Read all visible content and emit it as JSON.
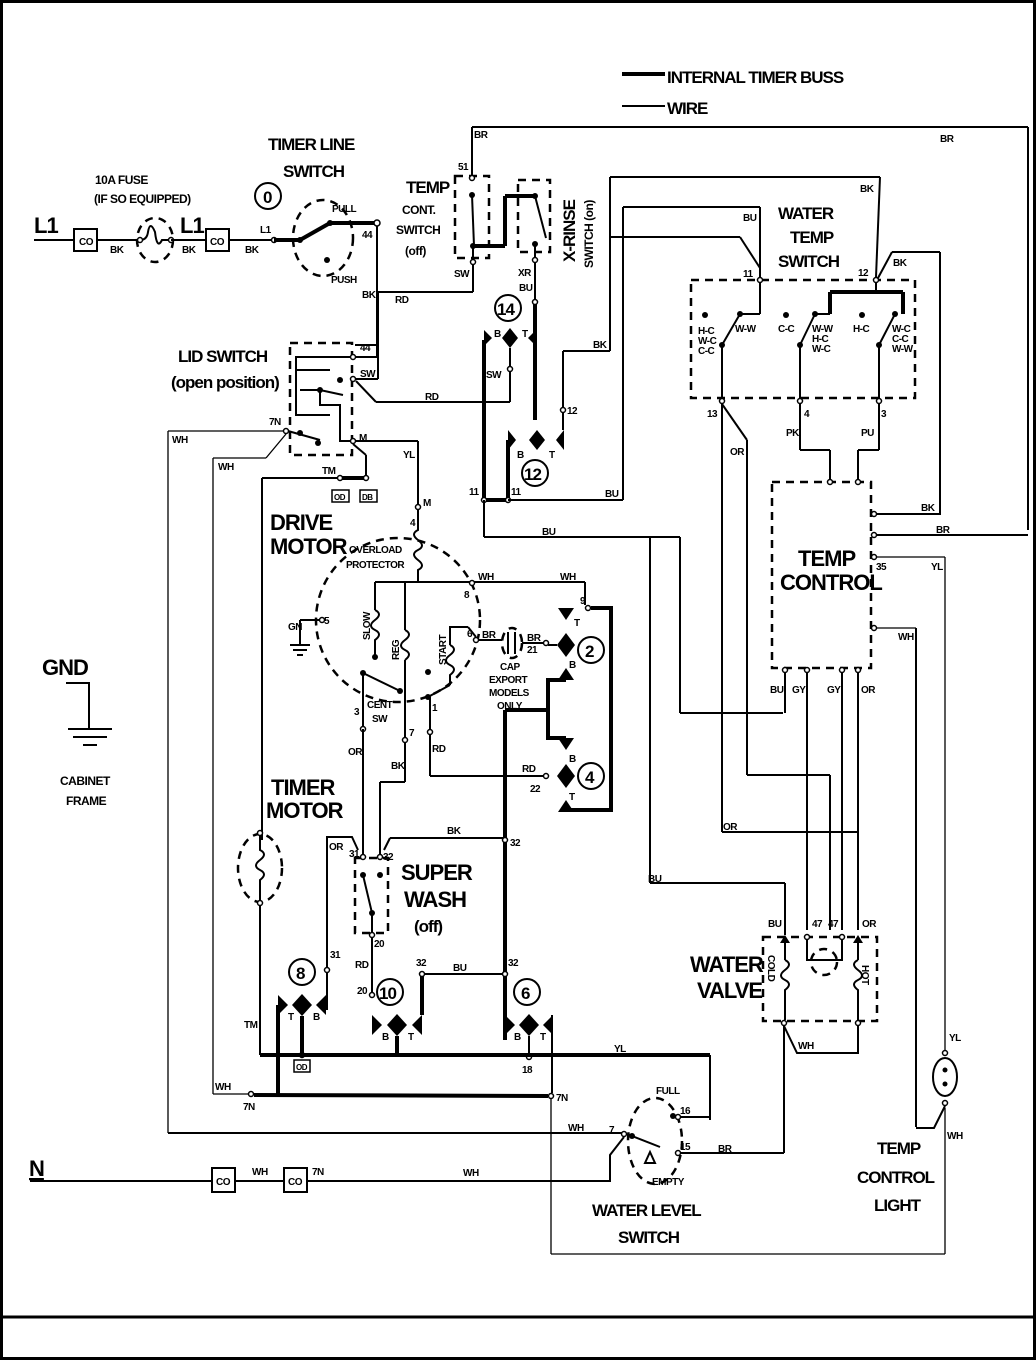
{
  "legend": {
    "internal_timer_buss": "INTERNAL TIMER BUSS",
    "wire": "WIRE"
  },
  "power": {
    "line_in": "L1",
    "line_after_fuse": "L1",
    "neutral": "N",
    "fuse_label_1": "10A FUSE",
    "fuse_label_2": "(IF SO EQUIPPED)"
  },
  "components": {
    "timer_line_switch": [
      "TIMER LINE",
      "SWITCH"
    ],
    "timer_line_switch_number": "0",
    "pull": "PULL",
    "push": "PUSH",
    "temp_cont_switch": [
      "TEMP",
      "CONT.",
      "SWITCH",
      "(off)"
    ],
    "x_rinse_switch": [
      "X-RINSE",
      "SWITCH (on)"
    ],
    "water_temp_switch": [
      "WATER",
      "TEMP",
      "SWITCH"
    ],
    "lid_switch": [
      "LID SWITCH",
      "(open position)"
    ],
    "drive_motor": [
      "DRIVE",
      "MOTOR"
    ],
    "overload_protector": [
      "OVERLOAD",
      "PROTECTOR"
    ],
    "slow": "SLOW",
    "reg": "REG",
    "start": "START",
    "cent_sw": [
      "CENT",
      "SW"
    ],
    "cap": [
      "CAP",
      "EXPORT",
      "MODELS",
      "ONLY"
    ],
    "temp_control": [
      "TEMP",
      "CONTROL"
    ],
    "gnd": "GND",
    "cabinet_frame": [
      "CABINET",
      "FRAME"
    ],
    "timer_motor": [
      "TIMER",
      "MOTOR"
    ],
    "super_wash": [
      "SUPER",
      "WASH",
      "(off)"
    ],
    "water_valve": [
      "WATER",
      "VALVE"
    ],
    "water_valve_cold": "COLD",
    "water_valve_hot": "HOT",
    "water_level_switch": [
      "WATER LEVEL",
      "SWITCH"
    ],
    "full": "FULL",
    "empty": "EMPTY",
    "temp_control_light": [
      "TEMP",
      "CONTROL",
      "LIGHT"
    ]
  },
  "water_temp_positions": {
    "left_off": [
      "H-C",
      "W-C",
      "C-C"
    ],
    "left_on": "W-W",
    "mid_off": "C-C",
    "mid_on": [
      "W-W",
      "H-C",
      "W-C"
    ],
    "right_off": "H-C",
    "right_on": [
      "W-C",
      "C-C",
      "W-W"
    ]
  },
  "cams": [
    "14",
    "12",
    "2",
    "4",
    "8",
    "10",
    "6"
  ],
  "contact_letters": {
    "b": "B",
    "t": "T"
  },
  "connectors": [
    "CO",
    "CO",
    "CO",
    "CO",
    "OD",
    "DB",
    "OD"
  ],
  "wire_colors": {
    "bk": "BK",
    "br": "BR",
    "rd": "RD",
    "bu": "BU",
    "wh": "WH",
    "yl": "YL",
    "or": "OR",
    "pk": "PK",
    "pu": "PU",
    "gy": "GY",
    "gn": "GN"
  },
  "terminals": {
    "t44": "44",
    "t51": "51",
    "sw": "SW",
    "xr": "XR",
    "t11": "11",
    "t12": "12",
    "t13": "13",
    "t4": "4",
    "t3": "3",
    "t7n": "7N",
    "m": "M",
    "tm": "TM",
    "t35": "35",
    "t8": "8",
    "t9": "9",
    "t6": "6",
    "t21": "21",
    "t5": "5",
    "t1": "1",
    "t7": "7",
    "t22": "22",
    "t31": "31",
    "t32": "32",
    "t20": "20",
    "t18": "18",
    "t16": "16",
    "t15": "15",
    "t47": "47",
    "l1": "L1"
  }
}
